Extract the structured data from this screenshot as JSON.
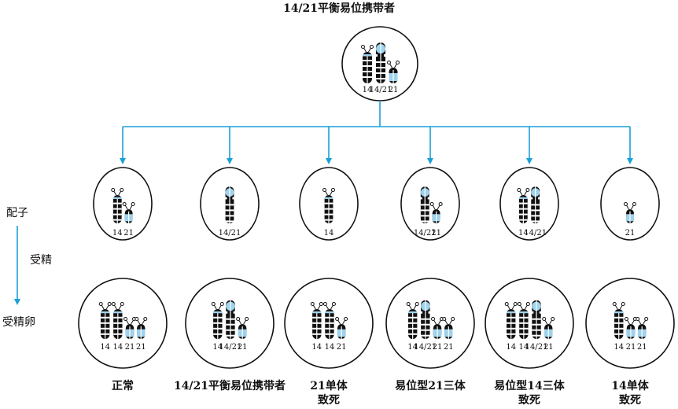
{
  "title": "14/21平衡易位携带者",
  "parent": {
    "chromosomes": [
      "14",
      "14/21",
      "21"
    ]
  },
  "side_labels": {
    "gamete": "配子",
    "fertilization": "受精",
    "zygote": "受精卵"
  },
  "gametes": [
    {
      "chromosomes": [
        "14",
        "21"
      ]
    },
    {
      "chromosomes": [
        "14/21"
      ]
    },
    {
      "chromosomes": [
        "14"
      ]
    },
    {
      "chromosomes": [
        "14/21",
        "21"
      ]
    },
    {
      "chromosomes": [
        "14",
        "14/21"
      ]
    },
    {
      "chromosomes": [
        "21"
      ]
    }
  ],
  "zygotes": [
    {
      "chromosomes": [
        "14",
        "14",
        "21",
        "21"
      ],
      "caption": [
        "正常"
      ]
    },
    {
      "chromosomes": [
        "14",
        "14/21",
        "21"
      ],
      "caption": [
        "14/21平衡易位携带者"
      ]
    },
    {
      "chromosomes": [
        "14",
        "14",
        "21"
      ],
      "caption": [
        "21单体",
        "致死"
      ]
    },
    {
      "chromosomes": [
        "14",
        "14/21",
        "21",
        "21"
      ],
      "caption": [
        "易位型21三体"
      ]
    },
    {
      "chromosomes": [
        "14",
        "14",
        "14/21",
        "21"
      ],
      "caption": [
        "易位型14三体",
        "致死"
      ]
    },
    {
      "chromosomes": [
        "14",
        "21",
        "21"
      ],
      "caption": [
        "14单体",
        "致死"
      ]
    }
  ],
  "colors": {
    "arrow": "#1aa0d8",
    "chromosome_dark": "#111111",
    "chromosome_light": "#9fd2ec",
    "band": "#ffffff"
  }
}
